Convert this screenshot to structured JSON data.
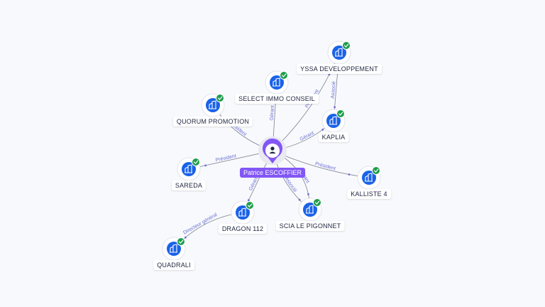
{
  "colors": {
    "background": "#f8f9fc",
    "edge": "#7d8090",
    "edge_label": "#6a6fd6",
    "company_icon": "#1a62e8",
    "check_badge": "#1f9d4c",
    "person": "#8257f5"
  },
  "person": {
    "name": "Patrice ESCOFFIER",
    "icon": "user-icon"
  },
  "companies": [
    {
      "id": "yssa",
      "name": "YSSA DEVELOPPEMENT",
      "icon": "building-icon",
      "verified": true
    },
    {
      "id": "select",
      "name": "SELECT IMMO CONSEIL",
      "icon": "building-icon",
      "verified": true
    },
    {
      "id": "quorum",
      "name": "QUORUM PROMOTION",
      "icon": "building-icon",
      "verified": true
    },
    {
      "id": "kaplia",
      "name": "KAPLIA",
      "icon": "building-icon",
      "verified": true
    },
    {
      "id": "sareda",
      "name": "SAREDA",
      "icon": "building-icon",
      "verified": true
    },
    {
      "id": "kalliste",
      "name": "KALLISTE 4",
      "icon": "building-icon",
      "verified": true
    },
    {
      "id": "dragon",
      "name": "DRAGON 112",
      "icon": "building-icon",
      "verified": true
    },
    {
      "id": "scia",
      "name": "SCIA LE PIGONNET",
      "icon": "building-icon",
      "verified": true
    },
    {
      "id": "quadrali",
      "name": "QUADRALI",
      "icon": "building-icon",
      "verified": true
    }
  ],
  "edges": [
    {
      "from": "person",
      "to": "select",
      "label": "Gérant"
    },
    {
      "from": "person",
      "to": "yssa",
      "label": "Président"
    },
    {
      "from": "yssa",
      "to": "kaplia",
      "label": "Associé"
    },
    {
      "from": "person",
      "to": "kaplia",
      "label": "Gérant"
    },
    {
      "from": "person",
      "to": "quorum",
      "label": "Président"
    },
    {
      "from": "person",
      "to": "sareda",
      "label": "Président"
    },
    {
      "from": "person",
      "to": "kalliste",
      "label": "Président"
    },
    {
      "from": "person",
      "to": "dragon",
      "label": "Gérant"
    },
    {
      "from": "person",
      "to": "scia",
      "label": "Associé"
    },
    {
      "from": "person",
      "to": "scia",
      "label": "Gérant"
    },
    {
      "from": "dragon",
      "to": "quadrali",
      "label": "Directeur général"
    }
  ]
}
